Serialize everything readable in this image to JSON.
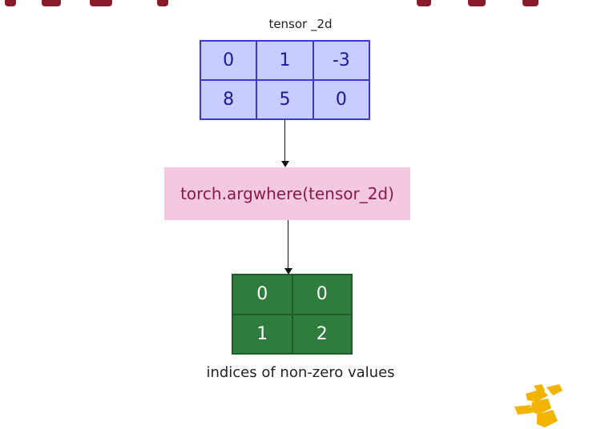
{
  "input_label": "tensor _2d",
  "input_tensor": {
    "rows": [
      [
        "0",
        "1",
        "-3"
      ],
      [
        "8",
        "5",
        "0"
      ]
    ]
  },
  "function_label": "torch.argwhere(tensor_2d)",
  "output_tensor": {
    "rows": [
      [
        "0",
        "0"
      ],
      [
        "1",
        "2"
      ]
    ]
  },
  "output_label": "indices of non-zero values",
  "colors": {
    "input_fill": "#c8ccff",
    "input_border": "#3a3ad0",
    "function_fill": "#f5c8e2",
    "function_text": "#8a1848",
    "output_fill": "#2e7d3c",
    "brand_band": "#8a1c2a",
    "logo": "#f2b400"
  },
  "icons": {
    "logo": "pytorch-figure-logo"
  }
}
